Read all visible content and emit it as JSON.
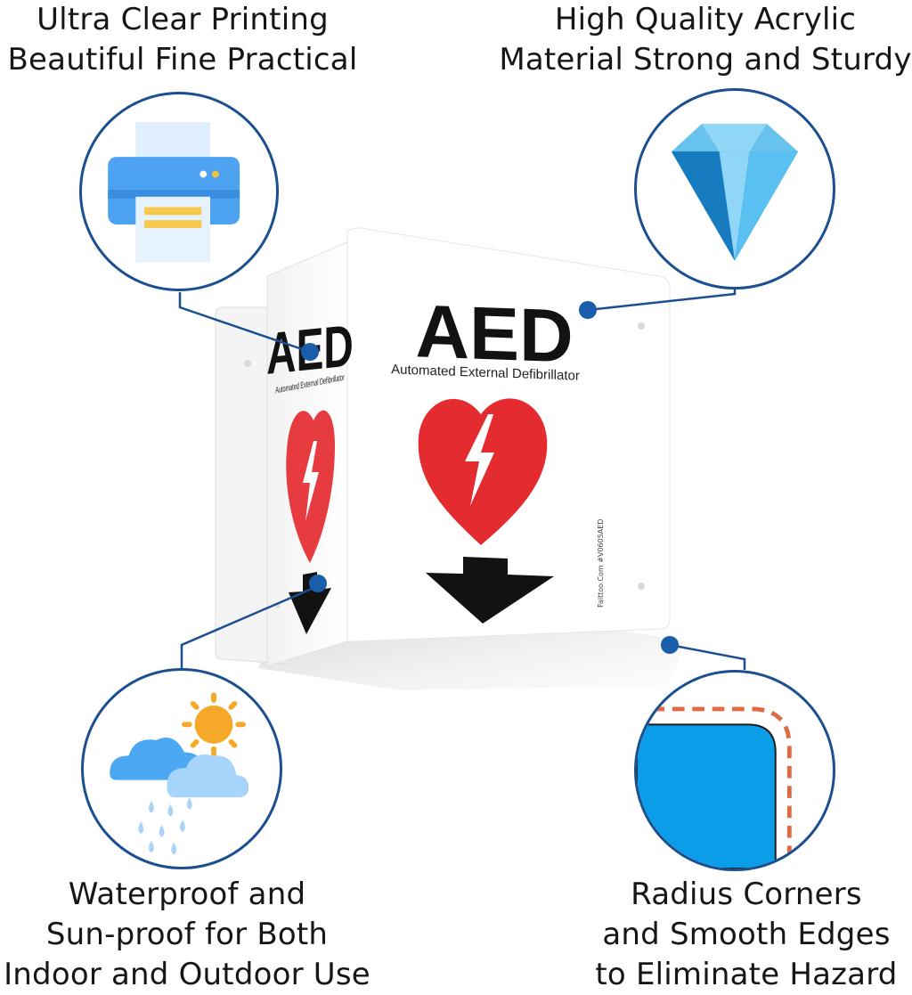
{
  "captions": {
    "top_left": [
      "Ultra Clear Printing",
      "Beautiful Fine Practical"
    ],
    "top_right": [
      "High Quality  Acrylic",
      "Material Strong and Sturdy"
    ],
    "bottom_left": [
      "Waterproof and",
      "Sun-proof for Both",
      "Indoor and Outdoor Use"
    ],
    "bottom_right": [
      "Radius Corners",
      "and Smooth Edges",
      "to Eliminate Hazard"
    ]
  },
  "sign": {
    "front_title": "AED",
    "front_subtitle": "Automated External Defibrillator",
    "side_title": "AED",
    "side_subtitle": "Automated External Defibrillator",
    "brand_text": "Faittoo.Com   #V0605AED"
  },
  "icons": {
    "top_left": "printer-icon",
    "top_right": "diamond-icon",
    "bottom_left": "weather-icon",
    "bottom_right": "rounded-corner-icon"
  },
  "colors": {
    "circle_border": "#1c4f8f",
    "connector_dot": "#1a5dab",
    "heart_red": "#e42b2f",
    "text_dark": "#161616"
  }
}
